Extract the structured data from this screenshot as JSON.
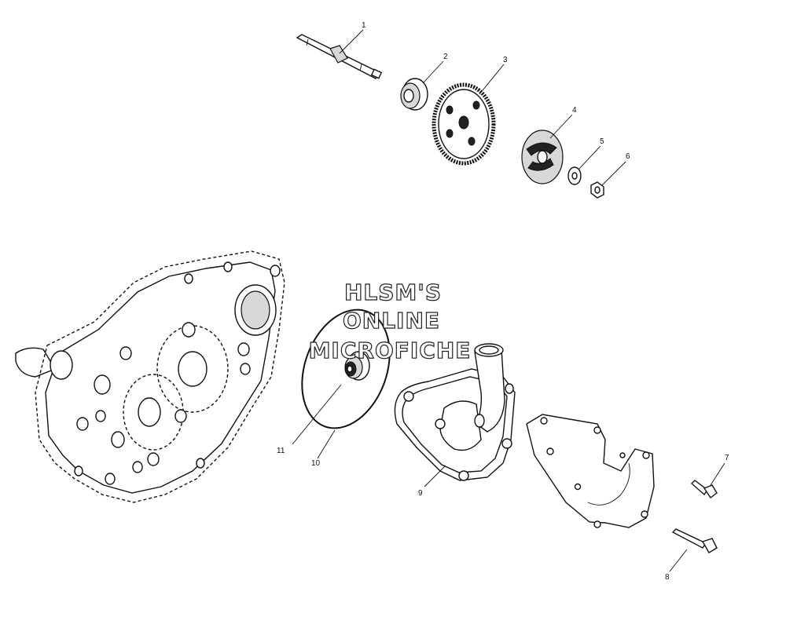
{
  "callouts": [
    {
      "id": "1",
      "label": "1"
    },
    {
      "id": "2",
      "label": "2"
    },
    {
      "id": "3",
      "label": "3"
    },
    {
      "id": "4",
      "label": "4"
    },
    {
      "id": "5",
      "label": "5"
    },
    {
      "id": "6",
      "label": "6"
    },
    {
      "id": "7",
      "label": "7"
    },
    {
      "id": "8",
      "label": "8"
    },
    {
      "id": "9",
      "label": "9"
    },
    {
      "id": "10",
      "label": "10"
    },
    {
      "id": "11",
      "label": "11"
    }
  ],
  "watermark": {
    "line1": "HLSM'S",
    "line2": "ONLINE",
    "line3": "MICROFICHE"
  }
}
